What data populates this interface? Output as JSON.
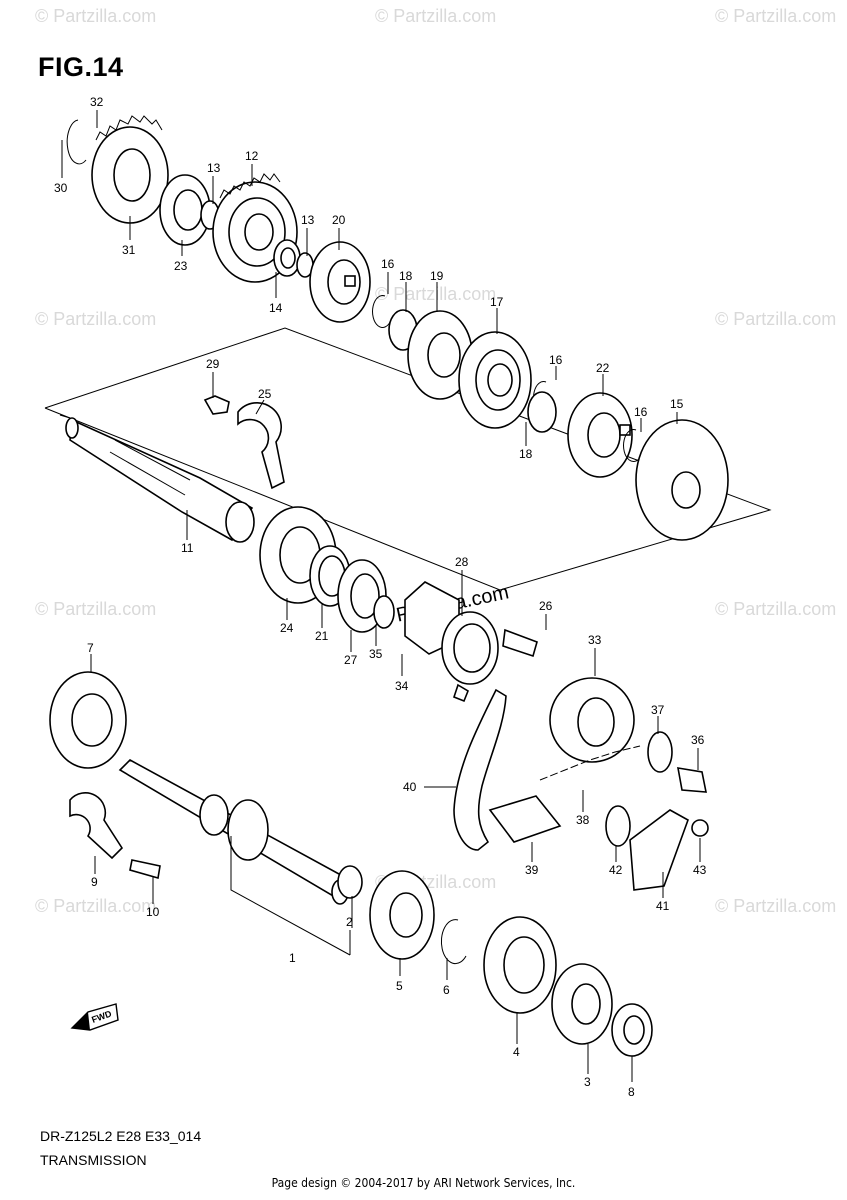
{
  "figure": {
    "title": "FIG.14",
    "code": "DR-Z125L2 E28 E33_014",
    "name": "TRANSMISSION"
  },
  "watermark": {
    "text": "© Partzilla.com",
    "center_text": "© Partzilla.com"
  },
  "footer": "Page design © 2004-2017 by ARI Network Services, Inc.",
  "fwd_label": "FWD",
  "callouts": [
    "32",
    "30",
    "31",
    "23",
    "13",
    "12",
    "13",
    "14",
    "20",
    "16",
    "18",
    "19",
    "17",
    "16",
    "22",
    "18",
    "16",
    "15",
    "29",
    "25",
    "11",
    "24",
    "21",
    "27",
    "35",
    "34",
    "28",
    "26",
    "33",
    "7",
    "40",
    "37",
    "36",
    "38",
    "9",
    "10",
    "42",
    "43",
    "39",
    "41",
    "1",
    "2",
    "5",
    "6",
    "4",
    "3",
    "8"
  ]
}
